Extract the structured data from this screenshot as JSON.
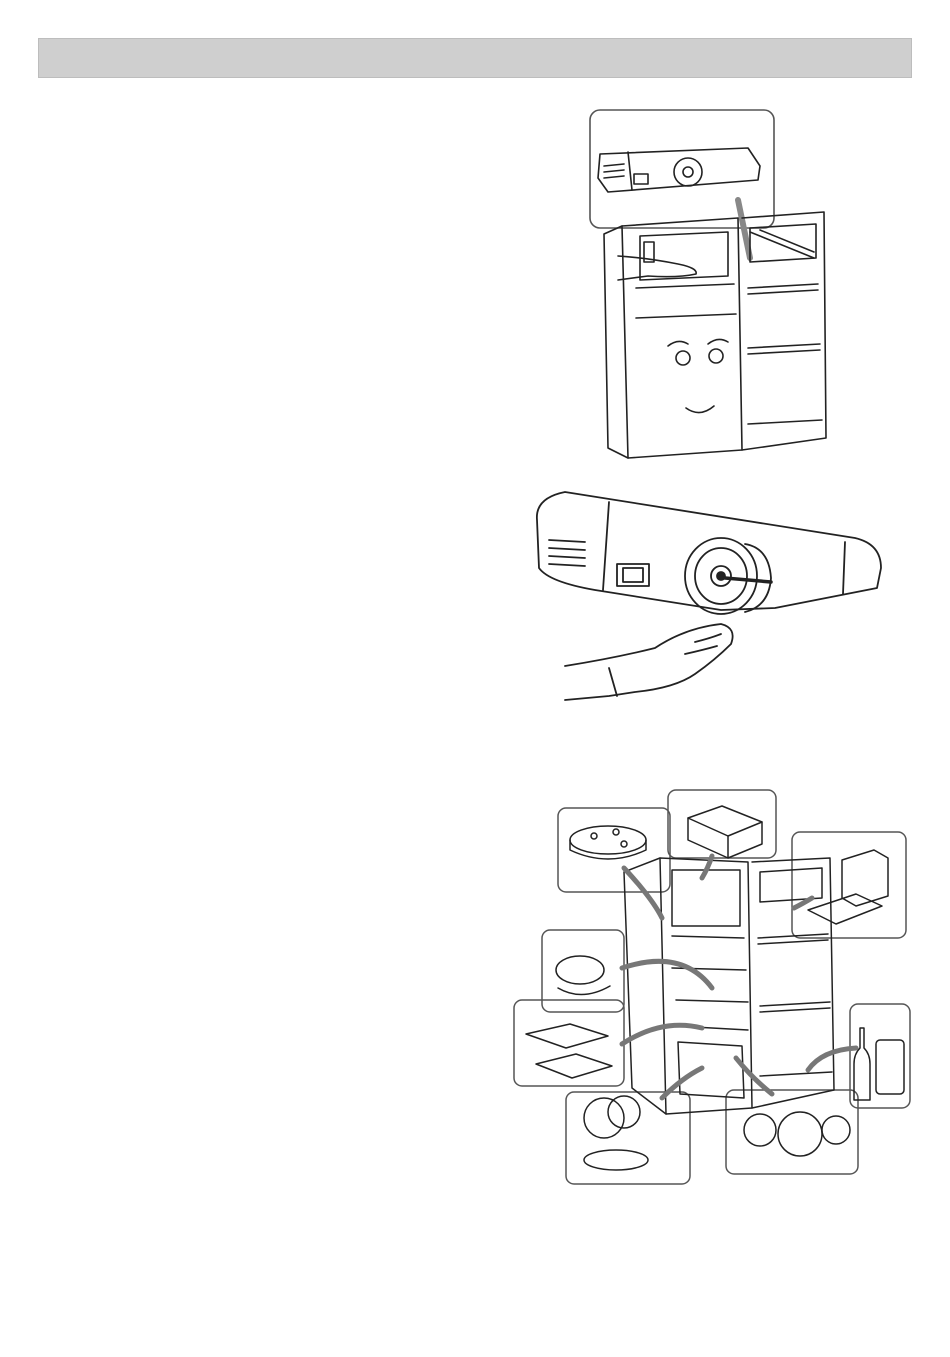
{
  "page": {
    "header_bar_color": "#cfcfcf",
    "header_text": ""
  },
  "illustrations": [
    {
      "id": "fridge-thermostat-location",
      "icon": "refrigerator-with-thermostat-inset"
    },
    {
      "id": "thermostat-knob-adjustment",
      "icon": "hand-turning-thermostat-knob"
    },
    {
      "id": "food-storage-zones",
      "icon": "refrigerator-food-placement"
    }
  ]
}
